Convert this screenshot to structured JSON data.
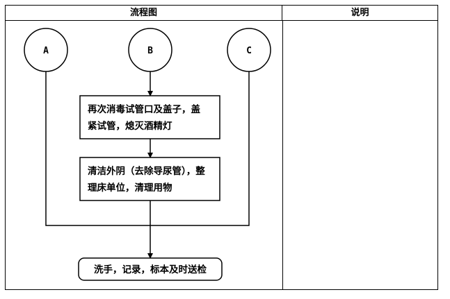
{
  "header": {
    "flow_title": "流程图",
    "note_title": "说明"
  },
  "nodes": {
    "a": "A",
    "b": "B",
    "c": "C"
  },
  "steps": [
    {
      "line1": "再次消毒试管口及盖子，盖",
      "line2": "紧试管，熄灭酒精灯"
    },
    {
      "line1": "清洁外阴（去除导尿管），整",
      "line2": "理床单位，清理用物"
    },
    {
      "line1": "洗手，记录，标本及时送检"
    }
  ],
  "notes": ""
}
